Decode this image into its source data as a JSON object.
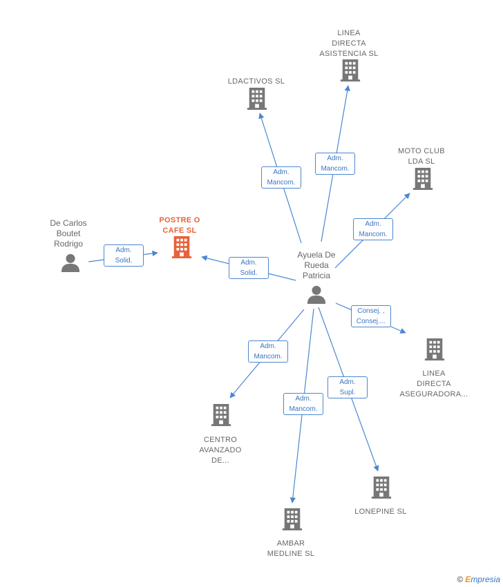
{
  "nodes": [
    {
      "id": "person-ayuela",
      "kind": "person",
      "label": "Ayuela De\nRueda\nPatricia",
      "focus": false
    },
    {
      "id": "person-decarlos",
      "kind": "person",
      "label": "De Carlos\nBoutet\nRodrigo",
      "focus": false
    },
    {
      "id": "postre",
      "kind": "company",
      "label": "POSTRE O\nCAFE  SL",
      "focus": true
    },
    {
      "id": "ldactivos",
      "kind": "company",
      "label": "LDACTIVOS SL",
      "focus": false
    },
    {
      "id": "linea-asistencia",
      "kind": "company",
      "label": "LINEA\nDIRECTA\nASISTENCIA SL",
      "focus": false
    },
    {
      "id": "motoclub",
      "kind": "company",
      "label": "MOTO CLUB\nLDA SL",
      "focus": false
    },
    {
      "id": "linea-aseguradora",
      "kind": "company",
      "label": "LINEA\nDIRECTA\nASEGURADORA...",
      "focus": false
    },
    {
      "id": "lonepine",
      "kind": "company",
      "label": "LONEPINE  SL",
      "focus": false
    },
    {
      "id": "ambar",
      "kind": "company",
      "label": "AMBAR\nMEDLINE SL",
      "focus": false
    },
    {
      "id": "centro",
      "kind": "company",
      "label": "CENTRO\nAVANZADO\nDE...",
      "focus": false
    }
  ],
  "edges": [
    {
      "from": "person-decarlos",
      "to": "postre",
      "label": "Adm.\nSolid."
    },
    {
      "from": "person-ayuela",
      "to": "postre",
      "label": "Adm.\nSolid."
    },
    {
      "from": "person-ayuela",
      "to": "ldactivos",
      "label": "Adm.\nMancom."
    },
    {
      "from": "person-ayuela",
      "to": "linea-asistencia",
      "label": "Adm.\nMancom."
    },
    {
      "from": "person-ayuela",
      "to": "motoclub",
      "label": "Adm.\nMancom."
    },
    {
      "from": "person-ayuela",
      "to": "linea-aseguradora",
      "label": "Consej. ,\nConsej...."
    },
    {
      "from": "person-ayuela",
      "to": "lonepine",
      "label": "Adm.\nSupl."
    },
    {
      "from": "person-ayuela",
      "to": "ambar",
      "label": "Adm.\nMancom."
    },
    {
      "from": "person-ayuela",
      "to": "centro",
      "label": "Adm.\nMancom."
    }
  ],
  "colors": {
    "edge": "#4a86d0",
    "icon": "#777777",
    "focus": "#e8623a"
  },
  "footer": {
    "copyright": "©",
    "brand_initial": "E",
    "brand_rest": "mpresia"
  }
}
